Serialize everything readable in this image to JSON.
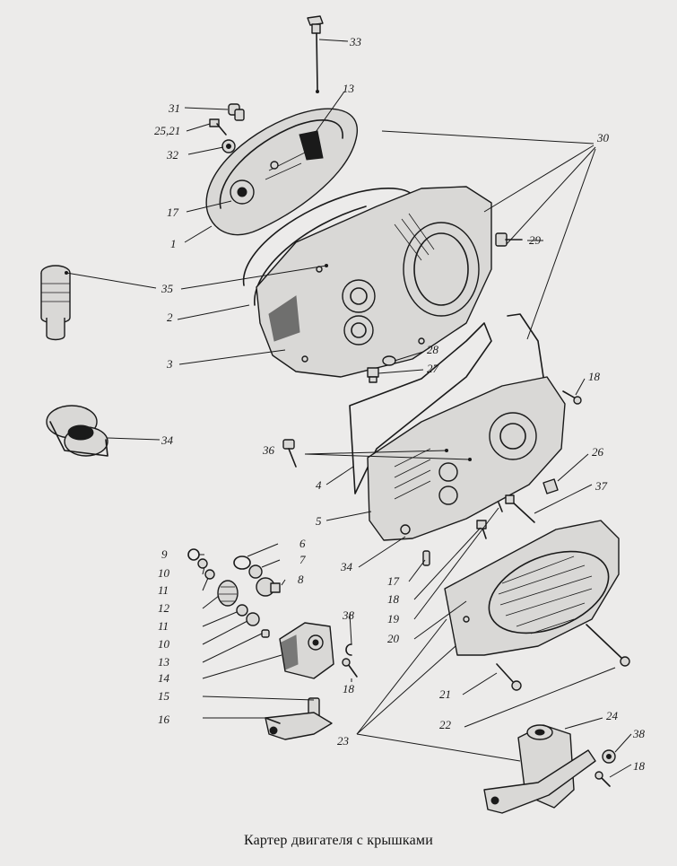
{
  "caption": "Картер двигателя с крышками",
  "labels": [
    {
      "id": "l33",
      "text": "33"
    },
    {
      "id": "l13a",
      "text": "13"
    },
    {
      "id": "l31",
      "text": "31"
    },
    {
      "id": "l30",
      "text": "30"
    },
    {
      "id": "l2521",
      "text": "25,21"
    },
    {
      "id": "l32",
      "text": "32"
    },
    {
      "id": "l17a",
      "text": "17"
    },
    {
      "id": "l29",
      "text": "29"
    },
    {
      "id": "l1",
      "text": "1"
    },
    {
      "id": "l35",
      "text": "35"
    },
    {
      "id": "l2",
      "text": "2"
    },
    {
      "id": "l28",
      "text": "28"
    },
    {
      "id": "l3",
      "text": "3"
    },
    {
      "id": "l27",
      "text": "27"
    },
    {
      "id": "l18a",
      "text": "18"
    },
    {
      "id": "l34a",
      "text": "34"
    },
    {
      "id": "l36",
      "text": "36"
    },
    {
      "id": "l26",
      "text": "26"
    },
    {
      "id": "l4",
      "text": "4"
    },
    {
      "id": "l37",
      "text": "37"
    },
    {
      "id": "l5",
      "text": "5"
    },
    {
      "id": "l6",
      "text": "6"
    },
    {
      "id": "l9",
      "text": "9"
    },
    {
      "id": "l7",
      "text": "7"
    },
    {
      "id": "l10a",
      "text": "10"
    },
    {
      "id": "l34b",
      "text": "34"
    },
    {
      "id": "l8",
      "text": "8"
    },
    {
      "id": "l11a",
      "text": "11"
    },
    {
      "id": "l17b",
      "text": "17"
    },
    {
      "id": "l18b",
      "text": "18"
    },
    {
      "id": "l12",
      "text": "12"
    },
    {
      "id": "l19",
      "text": "19"
    },
    {
      "id": "l11b",
      "text": "11"
    },
    {
      "id": "l38a",
      "text": "38"
    },
    {
      "id": "l20",
      "text": "20"
    },
    {
      "id": "l10b",
      "text": "10"
    },
    {
      "id": "l13b",
      "text": "13"
    },
    {
      "id": "l14",
      "text": "14"
    },
    {
      "id": "l21",
      "text": "21"
    },
    {
      "id": "l15",
      "text": "15"
    },
    {
      "id": "l18c",
      "text": "18"
    },
    {
      "id": "l22",
      "text": "22"
    },
    {
      "id": "l16",
      "text": "16"
    },
    {
      "id": "l24",
      "text": "24"
    },
    {
      "id": "l23",
      "text": "23"
    },
    {
      "id": "l38b",
      "text": "38"
    },
    {
      "id": "l18d",
      "text": "18"
    }
  ]
}
